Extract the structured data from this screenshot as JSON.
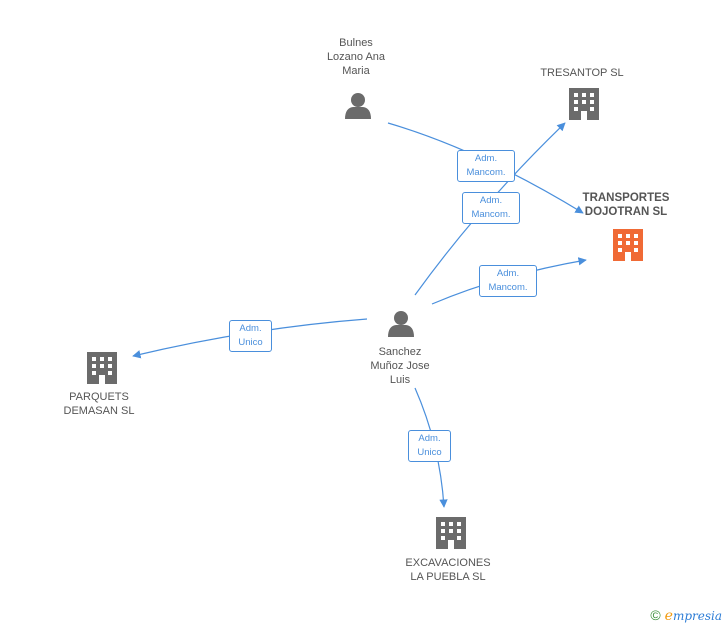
{
  "nodes": {
    "bulnes": {
      "label_lines": [
        "Bulnes",
        "Lozano Ana",
        "Maria"
      ],
      "type": "person"
    },
    "tresantop": {
      "label_lines": [
        "TRESANTOP SL"
      ],
      "type": "company"
    },
    "transportes": {
      "label_lines": [
        "TRANSPORTES",
        "DOJOTRAN SL"
      ],
      "type": "company-main"
    },
    "sanchez": {
      "label_lines": [
        "Sanchez",
        "Muñoz Jose",
        "Luis"
      ],
      "type": "person"
    },
    "parquets": {
      "label_lines": [
        "PARQUETS",
        "DEMASAN SL"
      ],
      "type": "company"
    },
    "excavaciones": {
      "label_lines": [
        "EXCAVACIONES",
        "LA PUEBLA SL"
      ],
      "type": "company"
    }
  },
  "edges": [
    {
      "from": "bulnes",
      "to": "transportes",
      "label_lines": [
        "Adm.",
        "Mancom."
      ]
    },
    {
      "from": "sanchez",
      "to": "tresantop",
      "label_lines": [
        "Adm.",
        "Mancom."
      ]
    },
    {
      "from": "sanchez",
      "to": "transportes",
      "label_lines": [
        "Adm.",
        "Mancom."
      ]
    },
    {
      "from": "sanchez",
      "to": "parquets",
      "label_lines": [
        "Adm.",
        "Unico"
      ]
    },
    {
      "from": "sanchez",
      "to": "excavaciones",
      "label_lines": [
        "Adm.",
        "Unico"
      ]
    }
  ],
  "colors": {
    "edge": "#4a8fdc",
    "icon": "#6b6b6b",
    "main_icon": "#f06a35"
  },
  "footer": {
    "copyright": "©",
    "brand_initial": "e",
    "brand_rest": "mpresia"
  }
}
